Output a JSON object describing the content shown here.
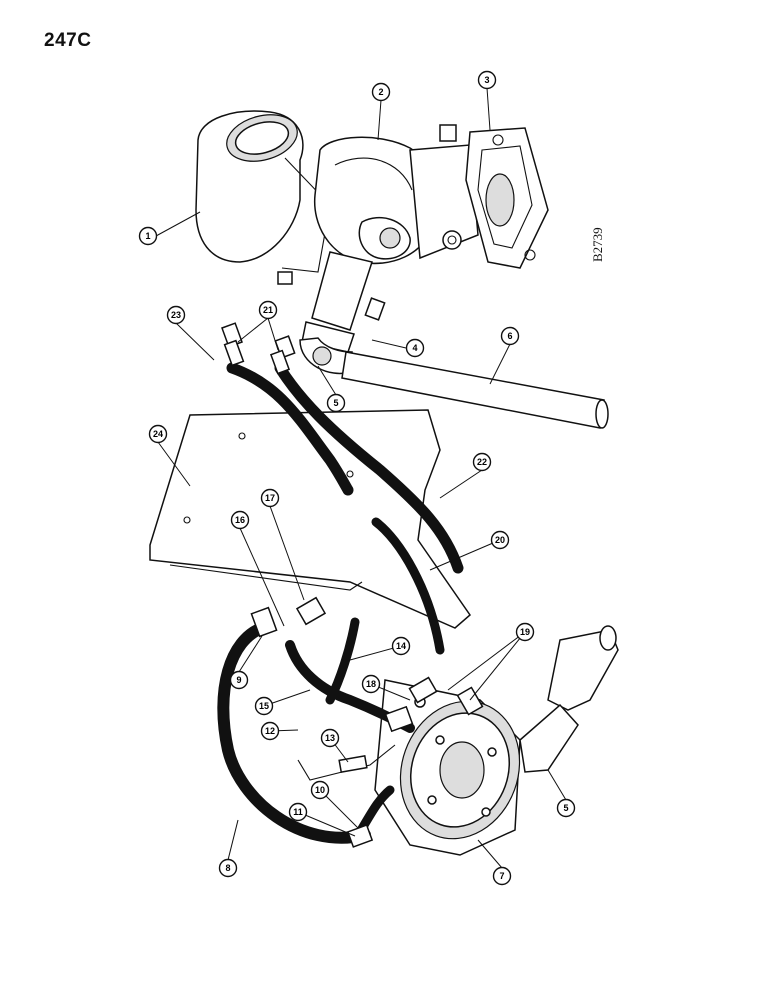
{
  "page_code": "247C",
  "figure_code": "B2739",
  "callouts": [
    "1",
    "2",
    "3",
    "4",
    "5",
    "6",
    "24",
    "23",
    "21",
    "22",
    "20",
    "17",
    "16",
    "9",
    "14",
    "19",
    "18",
    "15",
    "12",
    "13",
    "10",
    "11",
    "8",
    "7",
    "5"
  ]
}
